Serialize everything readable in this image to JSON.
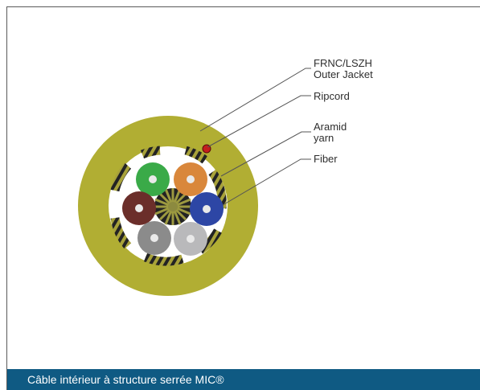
{
  "diagram": {
    "labels": {
      "outer_jacket": [
        "FRNC/LSZH",
        "Outer Jacket"
      ],
      "ripcord": "Ripcord",
      "aramid": [
        "Aramid",
        "yarn"
      ],
      "fiber": "Fiber"
    },
    "colors": {
      "jacket": "#b1ae33",
      "ripcord": "#c41e1e",
      "aramid_dark": "#232323",
      "aramid_light": "#a8a23a",
      "central_member": "#8c8a3f",
      "fibers": [
        "#3aaa48",
        "#d9873b",
        "#6b2e2a",
        "#2d46a5",
        "#8b8b8b",
        "#b9b9bb"
      ],
      "caption_bar": "#0f5a83"
    }
  },
  "caption": "Câble intérieur à structure serrée MIC®"
}
